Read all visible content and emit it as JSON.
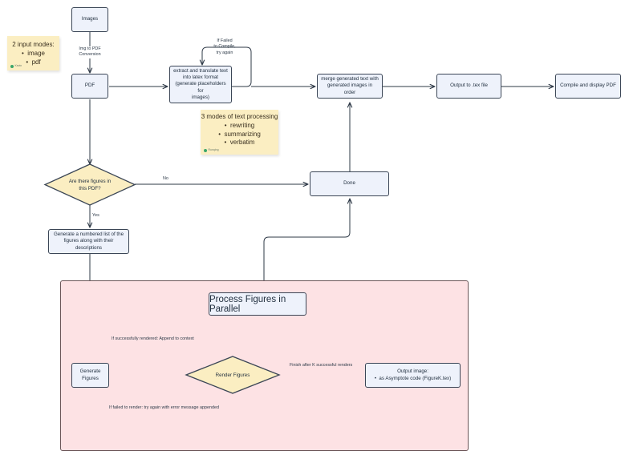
{
  "nodes": {
    "images": "Images",
    "pdf": "PDF",
    "extract": "extract and translate text\ninto latex format\n(generate placeholders for\nimages)",
    "merge": "merge generated text with\ngenerated images in order",
    "output_tex": "Output to .tex file",
    "compile": "Compile and display PDF",
    "figures_decision": [
      "Are there figures in",
      "this PDF?"
    ],
    "done": "Done",
    "generate_list": "Generate a numbered list of the\nfigures along with their descriptions",
    "generate_figures": "Generate\nFigures",
    "render_figures": "Render Figures",
    "output_image_title": "Output image:",
    "output_image_item": "as Asymptote code (FigureK.tex)"
  },
  "region": {
    "title": "Process Figures in Parallel",
    "fill": "#fde2e4"
  },
  "edge_labels": {
    "img_to_pdf": "Img to PDF\nConversion",
    "if_failed_compile": "If Failed\nto Compile,\ntry again",
    "no": "No",
    "yes": "Yes",
    "success_rendered": "If successfully rendered: Append to context",
    "failed_render": "If failed to render: try again with error message appended",
    "finish_after": "Finish after K successful renders"
  },
  "notes": {
    "input_modes": {
      "title": "2 input modes:",
      "items": [
        "image",
        "pdf"
      ],
      "author": "Kevin"
    },
    "text_modes": {
      "title": "3 modes of text processing",
      "items": [
        "rewriting",
        "summarizing",
        "verbatim"
      ],
      "author": "Runqing"
    }
  },
  "colors": {
    "node_fill": "#eef2fb",
    "decision_fill": "#fbeec2",
    "sticky_fill": "#fbeec2",
    "stroke": "#3b4656",
    "region_fill": "#fde2e4"
  }
}
